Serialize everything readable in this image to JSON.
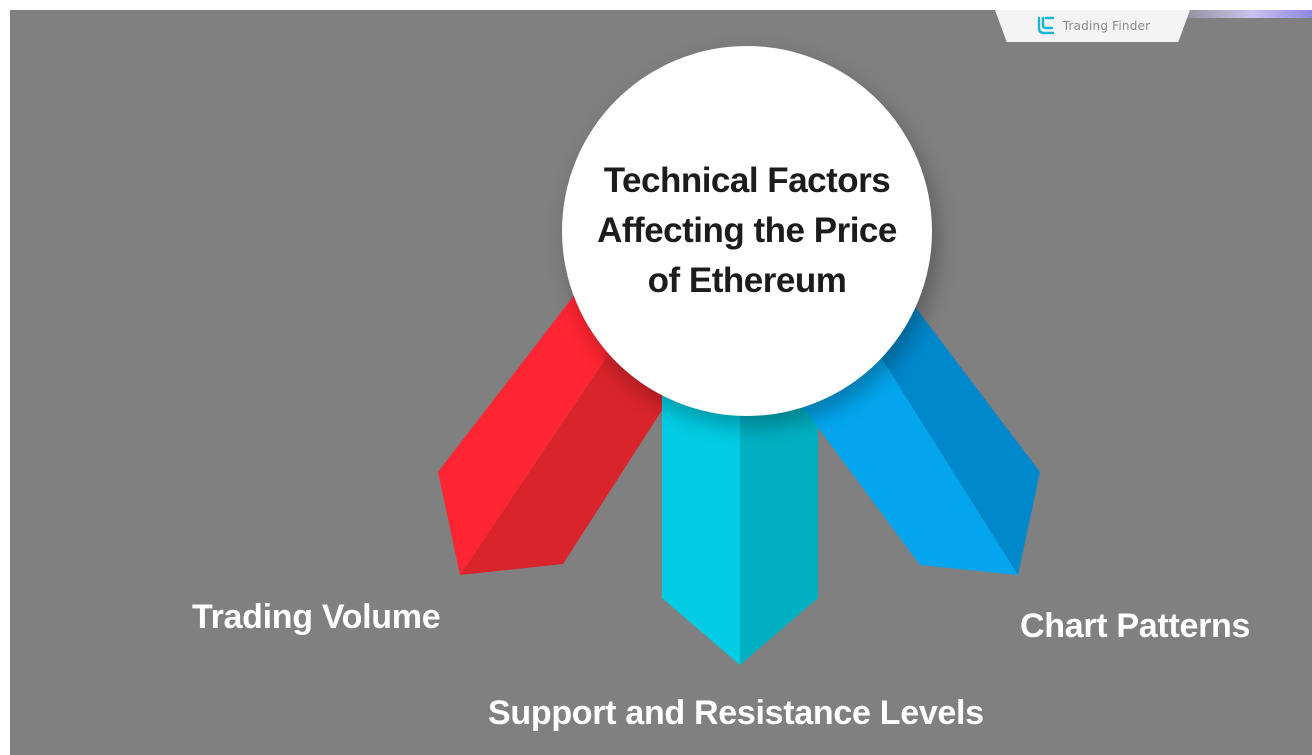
{
  "brand": {
    "name": "Trading Finder",
    "icon": "trading-finder-logo-icon"
  },
  "diagram": {
    "center_title": "Technical Factors Affecting the Price of Ethereum",
    "factors": [
      {
        "label": "Trading Volume",
        "color": "#ff2532",
        "shade": "#d9242b"
      },
      {
        "label": "Support and Resistance Levels",
        "color": "#00cce3",
        "shade": "#00b0c2"
      },
      {
        "label": "Chart Patterns",
        "color": "#03a6ee",
        "shade": "#0088cc"
      }
    ]
  },
  "colors": {
    "background": "#808080",
    "circle": "#ffffff",
    "title_text": "#1c1c1c",
    "label_text": "#ffffff"
  }
}
